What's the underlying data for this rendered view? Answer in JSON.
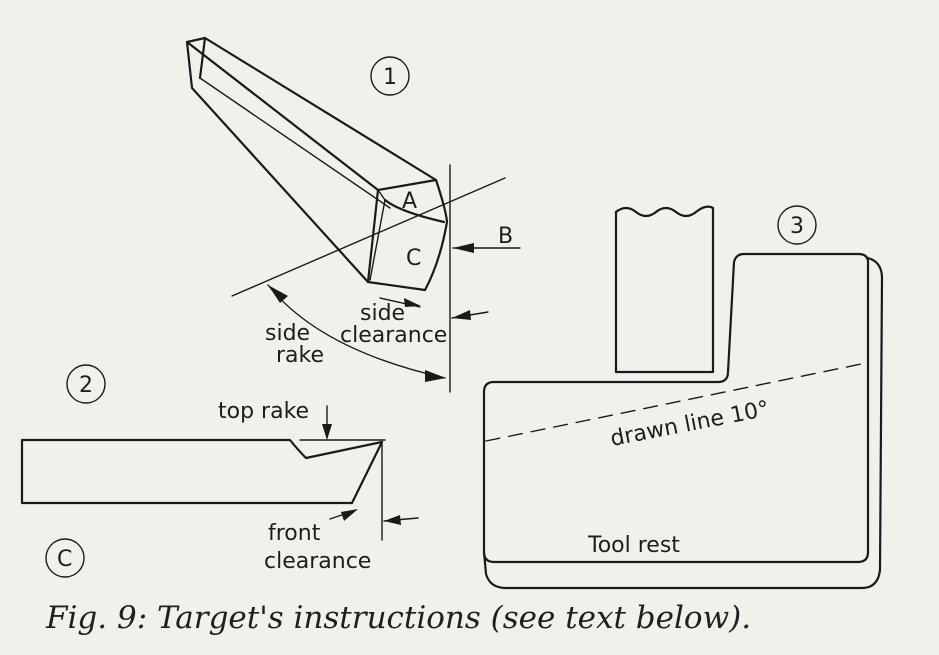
{
  "figure": {
    "caption": "Fig. 9: Target's instructions (see text below).",
    "markers": {
      "one": "1",
      "two": "2",
      "three": "3",
      "c": "C"
    },
    "view1": {
      "face_a": "A",
      "face_c": "C",
      "point_b": "B",
      "side_clearance_1": "side",
      "side_clearance_2": "clearance",
      "side_rake_1": "side",
      "side_rake_2": "rake"
    },
    "view2": {
      "top_rake": "top rake",
      "front_clearance_1": "front",
      "front_clearance_2": "clearance"
    },
    "view3": {
      "drawn_line": "drawn line 10°",
      "tool_rest": "Tool rest"
    }
  }
}
